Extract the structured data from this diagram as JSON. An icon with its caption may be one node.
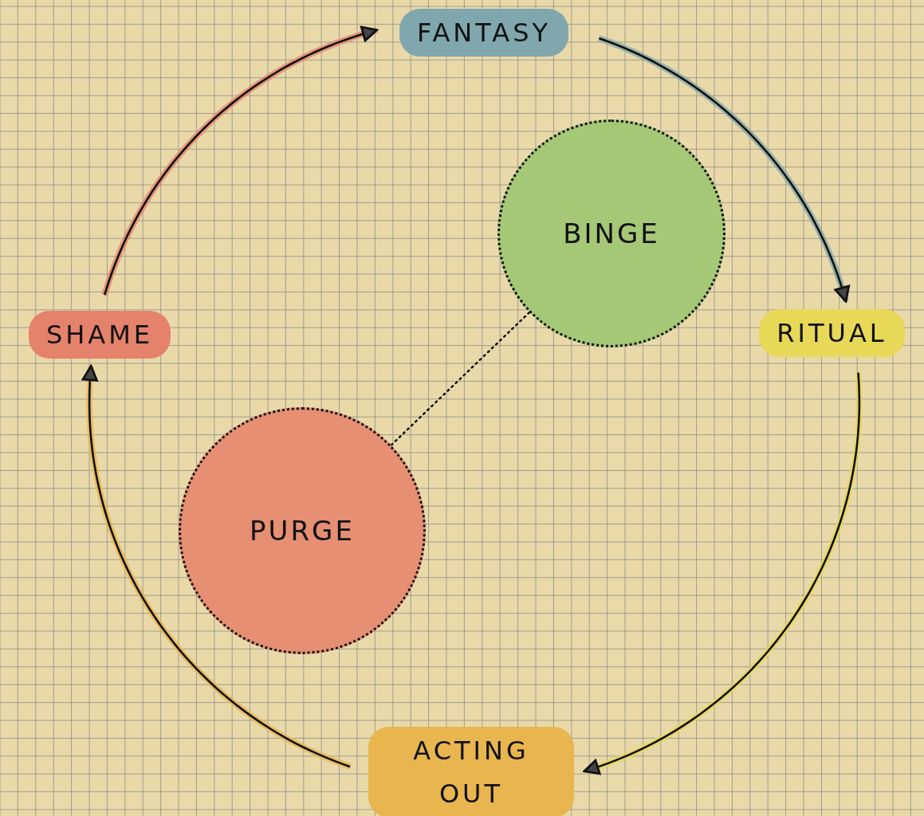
{
  "diagram": {
    "nodes": [
      {
        "text": [
          "FANTASY"
        ]
      },
      {
        "text": [
          "RITUAL"
        ]
      },
      {
        "text": [
          "ACTING OUT"
        ]
      },
      {
        "text": [
          "SHAME"
        ]
      },
      {
        "text": [
          "BINGE"
        ]
      },
      {
        "text": [
          "PURGE"
        ]
      }
    ],
    "edges": [
      {
        "from": 3,
        "to": 0,
        "arrow": "to"
      },
      {
        "from": 0,
        "to": 1,
        "arrow": "to"
      },
      {
        "from": 1,
        "to": 2,
        "arrow": "to"
      },
      {
        "from": 2,
        "to": 3,
        "arrow": "to"
      },
      {
        "from": 4,
        "to": 5,
        "arrow": "none",
        "style": "dashed"
      }
    ]
  }
}
